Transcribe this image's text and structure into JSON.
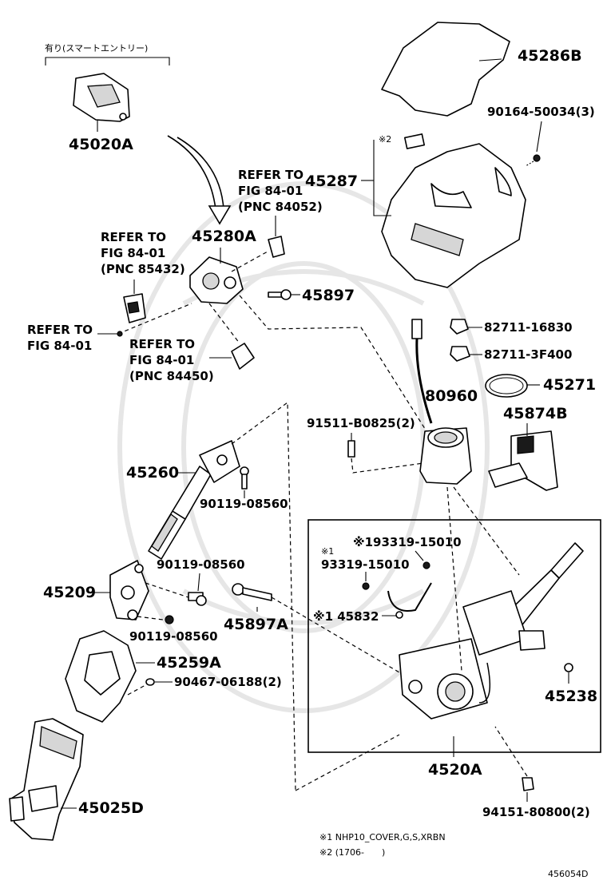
{
  "header": {
    "smart_entry_label": "有り(スマートエントリー)"
  },
  "parts": {
    "p45020A": "45020A",
    "p45286B": "45286B",
    "p90164": "90164-50034(3)",
    "p45287": "45287",
    "note2_mark": "※2",
    "p45280A": "45280A",
    "p45897": "45897",
    "p82711_16830": "82711-16830",
    "p82711_3F400": "82711-3F400",
    "p45271": "45271",
    "p80960": "80960",
    "p45874B": "45874B",
    "p91511": "91511-B0825(2)",
    "p45260": "45260",
    "p90119_a": "90119-08560",
    "p93319_a": "※193319-15010",
    "p93319_mark": "※1",
    "p93319_b": "93319-15010",
    "p45209": "45209",
    "p90119_b": "90119-08560",
    "p45897A": "45897A",
    "p45832": "※1 45832",
    "p90119_c": "90119-08560",
    "p45259A": "45259A",
    "p90467": "90467-06188(2)",
    "p45238": "45238",
    "p4520A": "4520A",
    "p45025D": "45025D",
    "p94151": "94151-80800(2)"
  },
  "refs": {
    "r84052": {
      "line1": "REFER TO",
      "line2": "FIG 84-01",
      "line3": "(PNC 84052)"
    },
    "r85432": {
      "line1": "REFER TO",
      "line2": "FIG 84-01",
      "line3": "(PNC 85432)"
    },
    "r_plain": {
      "line1": "REFER TO",
      "line2": "FIG 84-01"
    },
    "r84450": {
      "line1": "REFER TO",
      "line2": "FIG 84-01",
      "line3": "(PNC 84450)"
    }
  },
  "notes": {
    "note1": "※1 NHP10_COVER,G,S,XRBN",
    "note2": "※2 (1706-　　)"
  },
  "figure_id": "456054D"
}
